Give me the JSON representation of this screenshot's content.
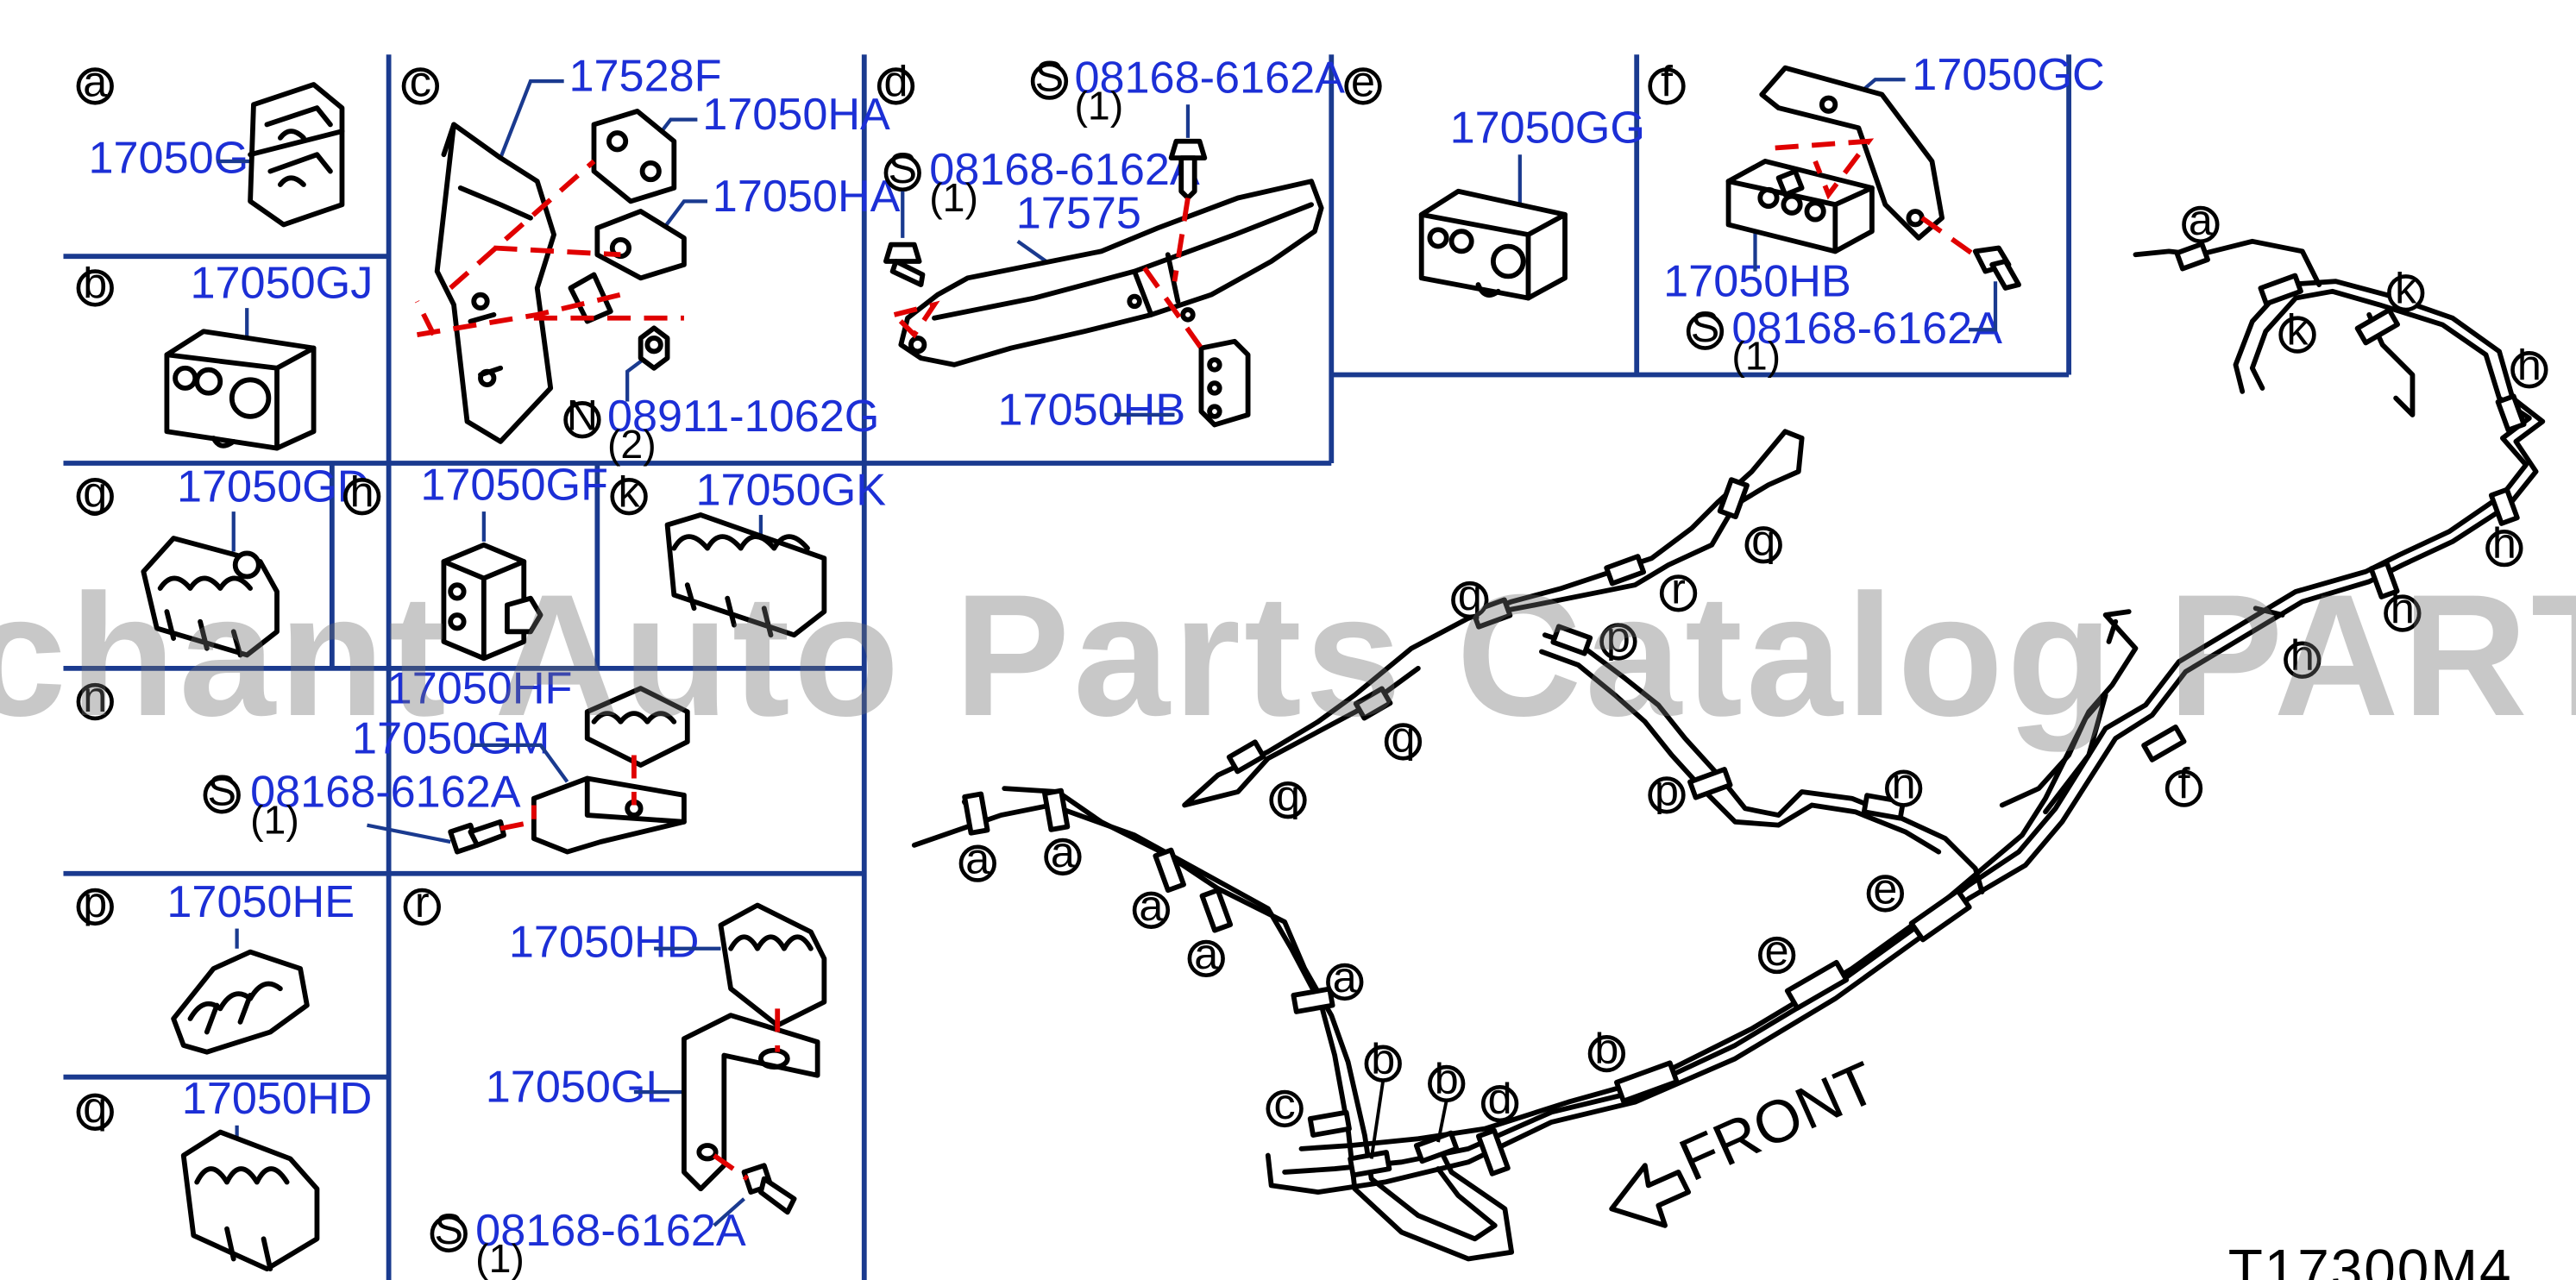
{
  "diagram_code": "T17300M4",
  "front_label": "FRONT",
  "watermark": "Offers Merchant Auto Parts Catalog PARTSTORE.SA",
  "panels": {
    "a": {
      "letter": "a",
      "parts": [
        {
          "number": "17050G"
        }
      ]
    },
    "b": {
      "letter": "b",
      "parts": [
        {
          "number": "17050GJ"
        }
      ]
    },
    "c": {
      "letter": "c",
      "parts": [
        {
          "number": "17528F"
        },
        {
          "number": "17050HA"
        },
        {
          "number": "17050HA"
        },
        {
          "prefix": "N",
          "number": "08911-1062G",
          "qty": "(2)"
        }
      ]
    },
    "d": {
      "letter": "d",
      "parts": [
        {
          "prefix": "S",
          "number": "08168-6162A",
          "qty": "(1)"
        },
        {
          "prefix": "S",
          "number": "08168-6162A",
          "qty": "(1)"
        },
        {
          "number": "17575"
        },
        {
          "number": "17050HB"
        }
      ]
    },
    "e": {
      "letter": "e",
      "parts": [
        {
          "number": "17050GG"
        }
      ]
    },
    "f": {
      "letter": "f",
      "parts": [
        {
          "number": "17050GC"
        },
        {
          "number": "17050HB"
        },
        {
          "prefix": "S",
          "number": "08168-6162A",
          "qty": "(1)"
        }
      ]
    },
    "g": {
      "letter": "g",
      "parts": [
        {
          "number": "17050GD"
        }
      ]
    },
    "h": {
      "letter": "h",
      "parts": [
        {
          "number": "17050GF"
        }
      ]
    },
    "k": {
      "letter": "k",
      "parts": [
        {
          "number": "17050GK"
        }
      ]
    },
    "n": {
      "letter": "n",
      "parts": [
        {
          "number": "17050HF"
        },
        {
          "number": "17050GM"
        },
        {
          "prefix": "S",
          "number": "08168-6162A",
          "qty": "(1)"
        }
      ]
    },
    "p": {
      "letter": "p",
      "parts": [
        {
          "number": "17050HE"
        }
      ]
    },
    "q": {
      "letter": "q",
      "parts": [
        {
          "number": "17050HD"
        }
      ]
    },
    "r": {
      "letter": "r",
      "parts": [
        {
          "number": "17050HD"
        },
        {
          "number": "17050GL"
        },
        {
          "prefix": "S",
          "number": "08168-6162A",
          "qty": "(1)"
        }
      ]
    }
  },
  "callouts": [
    "a",
    "a",
    "a",
    "a",
    "a",
    "a",
    "b",
    "b",
    "b",
    "c",
    "d",
    "e",
    "e",
    "f",
    "h",
    "h",
    "h",
    "h",
    "k",
    "k",
    "n",
    "p",
    "p",
    "q",
    "q",
    "q",
    "q",
    "r"
  ]
}
